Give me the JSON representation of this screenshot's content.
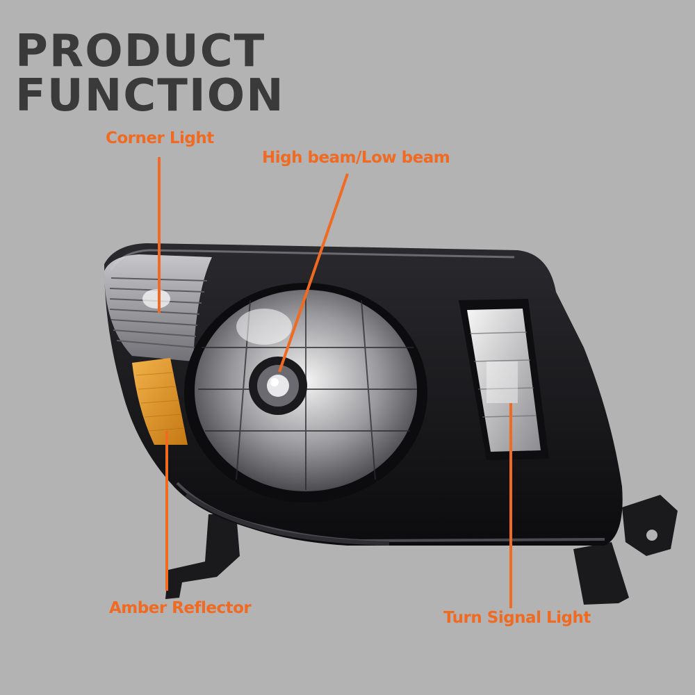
{
  "title": {
    "line1": "PRODUCT",
    "line2": "FUNCTION"
  },
  "callouts": {
    "corner_light": "Corner Light",
    "high_low_beam": "High beam/Low beam",
    "amber_reflector": "Amber Reflector",
    "turn_signal": "Turn Signal Light"
  },
  "colors": {
    "background": "#b3b3b3",
    "title": "#3a3a3a",
    "accent": "#f06a22",
    "amber": "#e8a031",
    "housing": "#151517"
  }
}
